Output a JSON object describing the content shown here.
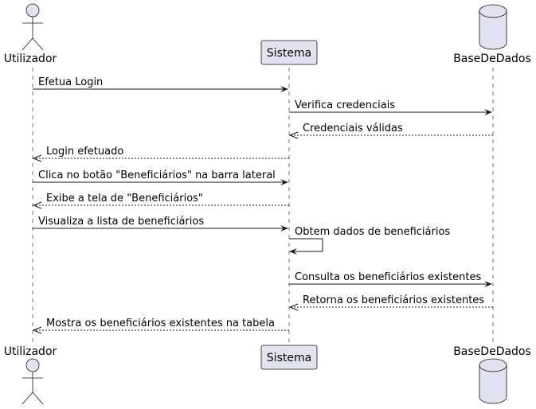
{
  "participants": [
    {
      "id": "utilizador",
      "name": "Utilizador",
      "kind": "actor"
    },
    {
      "id": "sistema",
      "name": "Sistema",
      "kind": "participant"
    },
    {
      "id": "basededados",
      "name": "BaseDeDados",
      "kind": "database"
    }
  ],
  "messages": [
    {
      "from": "utilizador",
      "to": "sistema",
      "text": "Efetua Login",
      "style": "solid"
    },
    {
      "from": "sistema",
      "to": "basededados",
      "text": "Verifica credenciais",
      "style": "solid"
    },
    {
      "from": "basededados",
      "to": "sistema",
      "text": "Credenciais válidas",
      "style": "dashed"
    },
    {
      "from": "sistema",
      "to": "utilizador",
      "text": "Login efetuado",
      "style": "dashed"
    },
    {
      "from": "utilizador",
      "to": "sistema",
      "text": "Clica no botão \"Beneficiários\" na barra lateral",
      "style": "solid"
    },
    {
      "from": "sistema",
      "to": "utilizador",
      "text": "Exibe a tela de \"Beneficiários\"",
      "style": "dashed"
    },
    {
      "from": "utilizador",
      "to": "sistema",
      "text": "Visualiza a lista de beneficiários",
      "style": "solid"
    },
    {
      "from": "sistema",
      "to": "sistema",
      "text": "Obtem dados de beneficiários",
      "style": "solid"
    },
    {
      "from": "sistema",
      "to": "basededados",
      "text": "Consulta os beneficiários existentes",
      "style": "solid"
    },
    {
      "from": "basededados",
      "to": "sistema",
      "text": "Retorna os beneficiários existentes",
      "style": "dashed"
    },
    {
      "from": "sistema",
      "to": "utilizador",
      "text": "Mostra os beneficiários existentes na tabela",
      "style": "dashed"
    }
  ],
  "colors": {
    "participant_fill": "#E2E2F0",
    "line": "#181818"
  }
}
